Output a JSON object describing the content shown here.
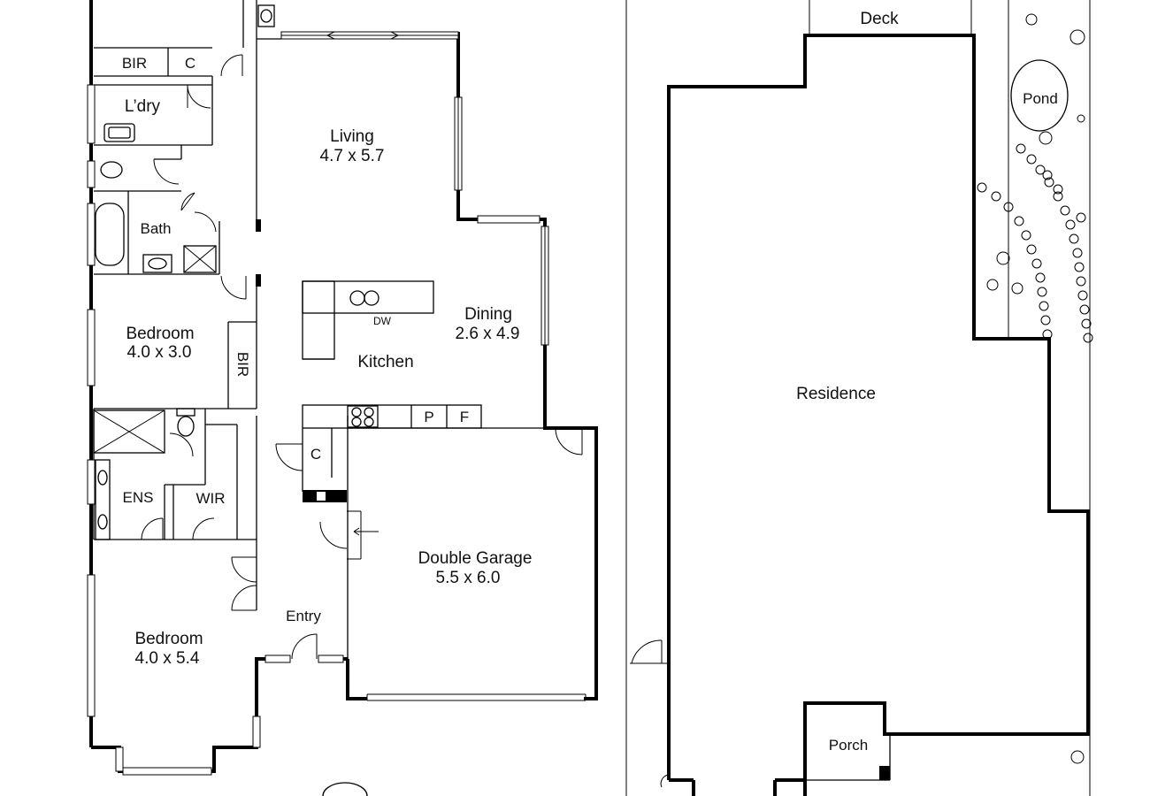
{
  "plan": {
    "rooms": {
      "deck": "Deck",
      "bir_top": "BIR",
      "cupboard_top": "C",
      "laundry": "L’dry",
      "living_name": "Living",
      "living_size": "4.7 x 5.7",
      "bath": "Bath",
      "bedroom1_name": "Bedroom",
      "bedroom1_size": "4.0 x 3.0",
      "bir_side": "BIR",
      "dw": "DW",
      "dining_name": "Dining",
      "dining_size": "2.6 x 4.9",
      "kitchen": "Kitchen",
      "pantry": "P",
      "fridge": "F",
      "cupboard_mid": "C",
      "ensuite": "ENS",
      "wir": "WIR",
      "garage_name": "Double Garage",
      "garage_size": "5.5 x 6.0",
      "entry": "Entry",
      "bedroom2_name": "Bedroom",
      "bedroom2_size": "4.0 x 5.4",
      "residence": "Residence",
      "pond": "Pond",
      "porch": "Porch"
    }
  }
}
